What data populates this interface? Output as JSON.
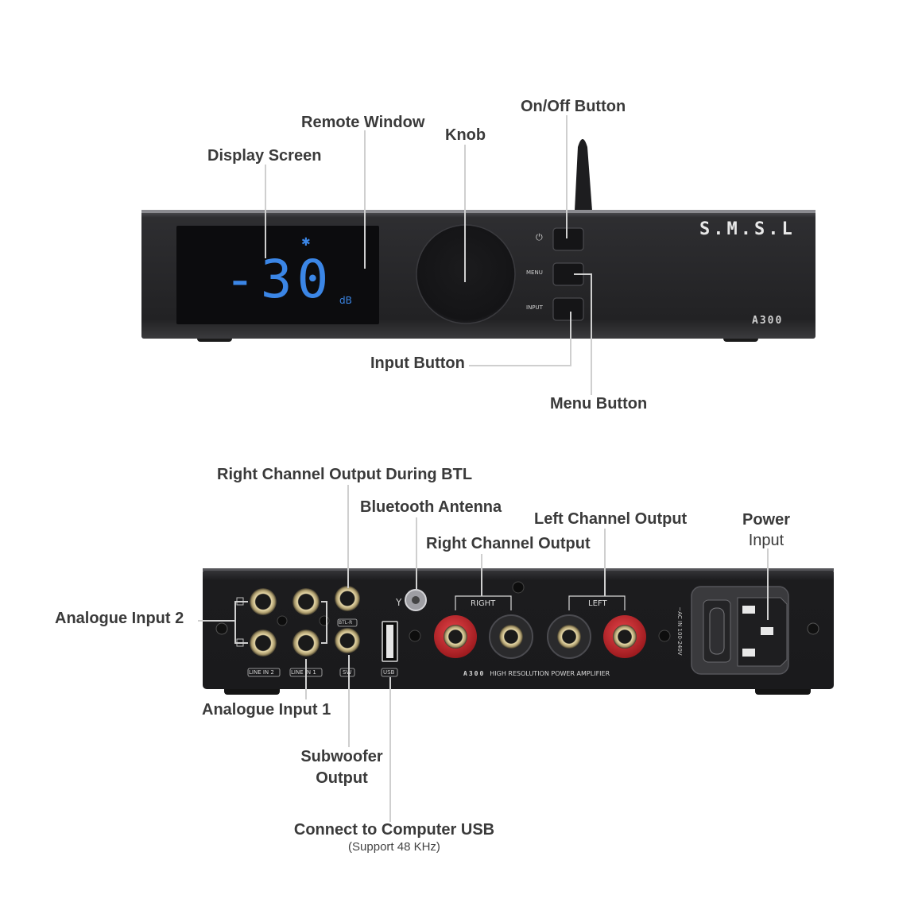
{
  "front_panel": {
    "brand": "S.M.S.L",
    "model": "A300",
    "display_value": "-30",
    "display_unit": "dB",
    "button_menu": "MENU",
    "button_input": "INPUT",
    "power_symbol": "⏻",
    "bluetooth_symbol": "✱",
    "labels": {
      "display_screen": "Display Screen",
      "remote_window": "Remote Window",
      "knob": "Knob",
      "onoff_button": "On/Off Button",
      "input_button": "Input Button",
      "menu_button": "Menu Button"
    }
  },
  "rear_panel": {
    "jack_line_in_2": "LINE IN 2",
    "jack_line_in_1": "LINE IN 1",
    "jack_btl_r": "BTL-R",
    "jack_sw": "SW",
    "jack_usb": "USB",
    "group_right": "RIGHT",
    "group_left": "LEFT",
    "ac_text": "~AC IN 100-240V",
    "model_line": "HIGH RESOLUTION POWER AMPLIFIER",
    "labels": {
      "right_channel_btl": "Right Channel Output During BTL",
      "bluetooth_antenna": "Bluetooth Antenna",
      "left_channel_output": "Left Channel Output",
      "power_title": "Power",
      "power_sub": "Input",
      "right_channel_output": "Right Channel Output",
      "analogue_input_2": "Analogue Input 2",
      "analogue_input_1": "Analogue Input 1",
      "subwoofer_line1": "Subwoofer",
      "subwoofer_line2": "Output",
      "usb_title": "Connect to Computer USB",
      "usb_sub": "(Support 48 KHz)"
    }
  },
  "colors": {
    "chassis": "#2a2a2c",
    "display_blue": "#3b86e6",
    "binding_red": "#c8262c",
    "gold": "#c9b98a",
    "leader_line": "#cfcfcf"
  }
}
